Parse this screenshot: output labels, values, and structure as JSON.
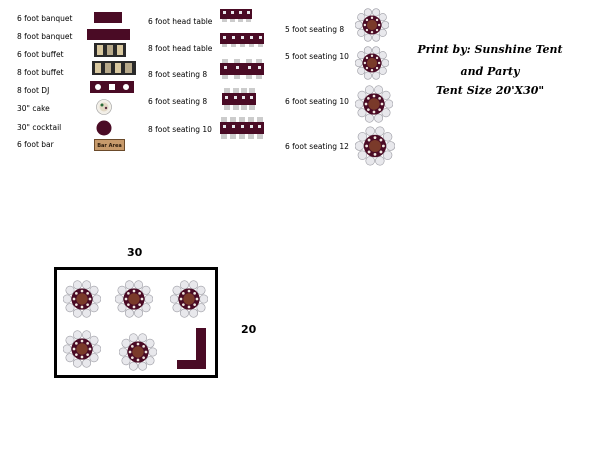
{
  "legend_left": [
    {
      "label": "6 foot banquet"
    },
    {
      "label": "8 foot banquet"
    },
    {
      "label": "6 foot buffet"
    },
    {
      "label": "8 foot buffet"
    },
    {
      "label": "8 foot DJ"
    },
    {
      "label": "30\" cake"
    },
    {
      "label": "30\" cocktail"
    },
    {
      "label": "6 foot bar"
    }
  ],
  "legend_mid": [
    {
      "label": "6 foot head table"
    },
    {
      "label": "8 foot head table"
    },
    {
      "label": "8 foot seating 8"
    },
    {
      "label": "6 foot seating 8"
    },
    {
      "label": "8 foot seating 10"
    }
  ],
  "legend_right": [
    {
      "label": "5 foot seating 8"
    },
    {
      "label": "5 foot seating 10"
    },
    {
      "label": "6 foot seating 10"
    },
    {
      "label": "6 foot seating 12"
    }
  ],
  "bar_sign": "Bar Area",
  "title_lines": [
    "Print by: Sunshine Tent",
    "and Party",
    "Tent Size 20'X30\""
  ],
  "tent": {
    "width_label": "30",
    "height_label": "20"
  },
  "colors": {
    "table": "#4a0b25",
    "chair": "#e8e8ec",
    "bar": "#c79a6b"
  },
  "icons": [
    "round-table-icon",
    "rect-table-icon",
    "buffet-icon",
    "cake-icon",
    "cocktail-table-icon",
    "bar-icon",
    "dj-icon"
  ]
}
